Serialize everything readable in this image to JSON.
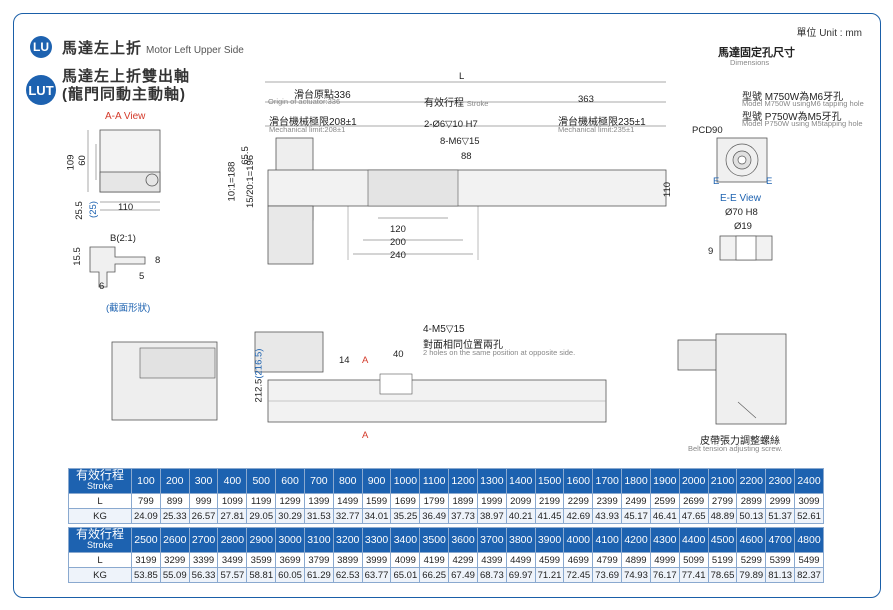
{
  "unit_label": "單位 Unit : mm",
  "lu": {
    "badge": "LU",
    "title": "馬達左上折",
    "subtitle": "Motor Left Upper Side"
  },
  "lut": {
    "badge": "LUT",
    "title_line1": "馬達左上折雙出軸",
    "title_line2": "(龍門同動主動軸)"
  },
  "section_aa": {
    "title": "A-A View",
    "dims": [
      "109",
      "60",
      "25.5",
      "(25)",
      "110"
    ]
  },
  "section_b": {
    "title": "B(2:1)",
    "dims": [
      "15.5",
      "8",
      "5",
      "6"
    ],
    "caption": "(截面形狀)"
  },
  "front_view": {
    "L": "L",
    "origin_zh": "滑台原點336",
    "origin_en": "Origin of actuator:336",
    "stroke_zh": "有效行程",
    "stroke_en": "Stroke",
    "right_len": "363",
    "mech_left_zh": "滑台機械極限208±1",
    "mech_left_en": "Mechanical limit:208±1",
    "mech_right_zh": "滑台機械極限235±1",
    "mech_right_en": "Mechanical limit:235±1",
    "hole_a": "2-Ø6▽10 H7",
    "hole_b": "8-M6▽15",
    "dim_88": "88",
    "dim_655": "65.5",
    "ratio_1": "10:1=188",
    "ratio_2": "15/20:1=196",
    "dim_110": "110",
    "dim_120": "120",
    "dim_200": "200",
    "dim_240": "240"
  },
  "motor_dims": {
    "title_zh": "馬達固定孔尺寸",
    "title_en": "Dimensions",
    "m750w_zh": "型號 M750W為M6牙孔",
    "m750w_en": "Model M750W usingM6 tapping hole",
    "p750w_zh": "型號 P750W為M5牙孔",
    "p750w_en": "Model P750W using M5tapping hole",
    "pcd": "PCD90",
    "e_label": "E",
    "ee_view": "E-E View",
    "dia_70": "Ø70 H8",
    "dia_19": "Ø19",
    "dim_9": "9"
  },
  "top_view": {
    "holes_zh": "4-M5▽15",
    "holes_zh2": "對面相同位置兩孔",
    "holes_en": "2 holes on the same position at opposite side.",
    "dim_14": "14",
    "dim_40": "40",
    "section_a": "A",
    "height_main": "212.5",
    "height_alt": "(216.5)"
  },
  "belt_tension": {
    "zh": "皮帶張力調整螺絲",
    "en": "Belt tension adjusting screw."
  },
  "table1": {
    "head_zh": "有效行程",
    "head_en": "Stroke",
    "strokes": [
      "100",
      "200",
      "300",
      "400",
      "500",
      "600",
      "700",
      "800",
      "900",
      "1000",
      "1100",
      "1200",
      "1300",
      "1400",
      "1500",
      "1600",
      "1700",
      "1800",
      "1900",
      "2000",
      "2100",
      "2200",
      "2300",
      "2400"
    ],
    "L_label": "L",
    "L": [
      "799",
      "899",
      "999",
      "1099",
      "1199",
      "1299",
      "1399",
      "1499",
      "1599",
      "1699",
      "1799",
      "1899",
      "1999",
      "2099",
      "2199",
      "2299",
      "2399",
      "2499",
      "2599",
      "2699",
      "2799",
      "2899",
      "2999",
      "3099"
    ],
    "KG_label": "KG",
    "KG": [
      "24.09",
      "25.33",
      "26.57",
      "27.81",
      "29.05",
      "30.29",
      "31.53",
      "32.77",
      "34.01",
      "35.25",
      "36.49",
      "37.73",
      "38.97",
      "40.21",
      "41.45",
      "42.69",
      "43.93",
      "45.17",
      "46.41",
      "47.65",
      "48.89",
      "50.13",
      "51.37",
      "52.61"
    ]
  },
  "table2": {
    "head_zh": "有效行程",
    "head_en": "Stroke",
    "strokes": [
      "2500",
      "2600",
      "2700",
      "2800",
      "2900",
      "3000",
      "3100",
      "3200",
      "3300",
      "3400",
      "3500",
      "3600",
      "3700",
      "3800",
      "3900",
      "4000",
      "4100",
      "4200",
      "4300",
      "4400",
      "4500",
      "4600",
      "4700",
      "4800"
    ],
    "L_label": "L",
    "L": [
      "3199",
      "3299",
      "3399",
      "3499",
      "3599",
      "3699",
      "3799",
      "3899",
      "3999",
      "4099",
      "4199",
      "4299",
      "4399",
      "4499",
      "4599",
      "4699",
      "4799",
      "4899",
      "4999",
      "5099",
      "5199",
      "5299",
      "5399",
      "5499"
    ],
    "KG_label": "KG",
    "KG": [
      "53.85",
      "55.09",
      "56.33",
      "57.57",
      "58.81",
      "60.05",
      "61.29",
      "62.53",
      "63.77",
      "65.01",
      "66.25",
      "67.49",
      "68.73",
      "69.97",
      "71.21",
      "72.45",
      "73.69",
      "74.93",
      "76.17",
      "77.41",
      "78.65",
      "79.89",
      "81.13",
      "82.37"
    ]
  }
}
